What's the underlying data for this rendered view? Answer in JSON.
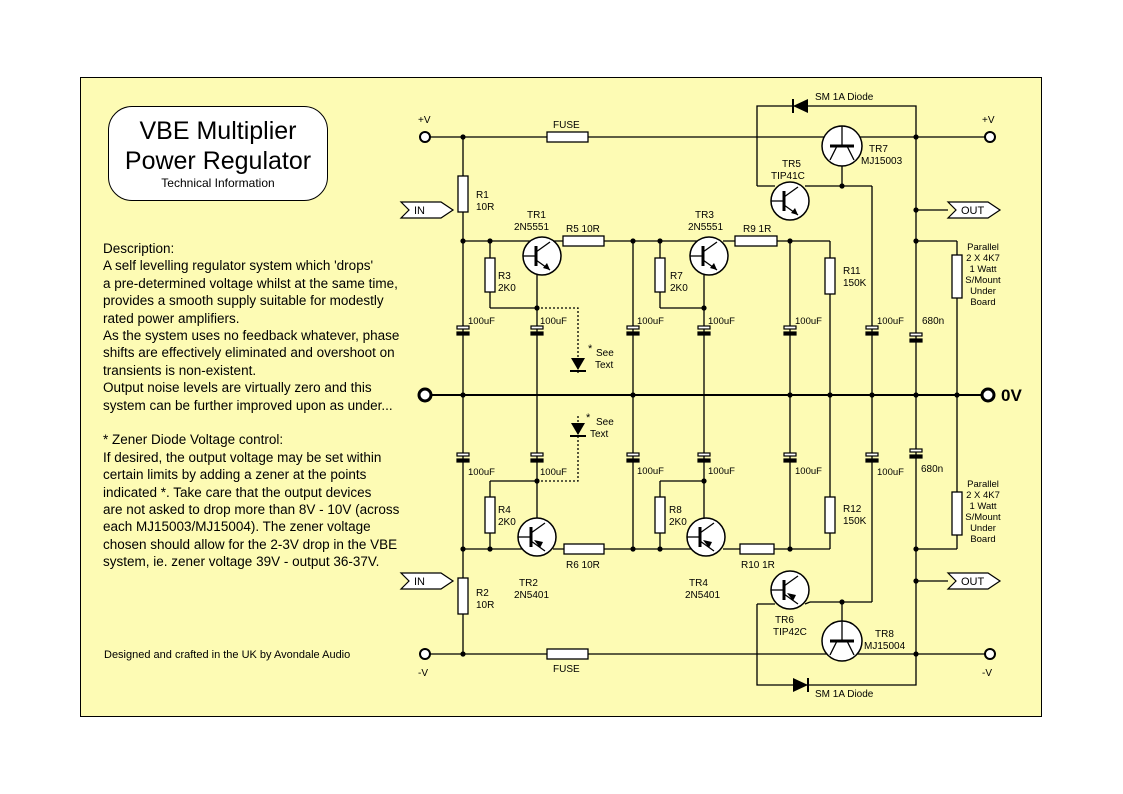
{
  "title": {
    "line1": "VBE Multiplier",
    "line2": "Power Regulator",
    "subtitle": "Technical Information"
  },
  "description": [
    "Description:",
    "A self levelling regulator system which 'drops'",
    "a pre-determined voltage whilst at the same time,",
    "provides a smooth supply suitable for modestly",
    "rated power amplifiers.",
    "As the system uses no feedback whatever, phase",
    "shifts are effectively eliminated and overshoot on",
    "transients is non-existent.",
    "Output noise levels are virtually zero and this",
    "system can be further improved upon as under...",
    "",
    "* Zener Diode Voltage control:",
    "If desired, the output voltage may be set within",
    "certain limits by adding a zener at the points",
    "indicated *.  Take care that the output devices",
    "are not asked to drop more than 8V - 10V (across",
    "each MJ15003/MJ15004).  The zener voltage",
    "chosen should allow for the 2-3V drop in the VBE",
    "system, ie. zener voltage 39V - output 36-37V."
  ],
  "credit": "Designed and crafted in the UK by Avondale Audio",
  "schematic": {
    "rails": {
      "plus_in": "+V",
      "plus_out": "+V",
      "minus_in": "-V",
      "minus_out": "-V",
      "ground": "0V"
    },
    "fuse": "FUSE",
    "diode": "SM 1A Diode",
    "arrow_in": "IN",
    "arrow_out": "OUT",
    "parallel_note": [
      "Parallel",
      "2 X 4K7",
      "1 Watt",
      "S/Mount",
      "Under",
      "Board"
    ],
    "zener_note": [
      "See",
      "Text"
    ],
    "cap_100": "100uF",
    "cap_680": "680n",
    "resistors": {
      "R1": [
        "R1",
        "10R"
      ],
      "R2": [
        "R2",
        "10R"
      ],
      "R3": [
        "R3",
        "2K0"
      ],
      "R4": [
        "R4",
        "2K0"
      ],
      "R7": [
        "R7",
        "2K0"
      ],
      "R8": [
        "R8",
        "2K0"
      ],
      "R5": "R5 10R",
      "R6": "R6 10R",
      "R9": "R9 1R",
      "R10": "R10 1R",
      "R11": [
        "R11",
        "150K"
      ],
      "R12": [
        "R12",
        "150K"
      ]
    },
    "transistors": {
      "TR1": [
        "TR1",
        "2N5551"
      ],
      "TR2": [
        "TR2",
        "2N5401"
      ],
      "TR3": [
        "TR3",
        "2N5551"
      ],
      "TR4": [
        "TR4",
        "2N5401"
      ],
      "TR5": [
        "TR5",
        "TIP41C"
      ],
      "TR6": [
        "TR6",
        "TIP42C"
      ],
      "TR7": [
        "TR7",
        "MJ15003"
      ],
      "TR8": [
        "TR8",
        "MJ15004"
      ]
    }
  }
}
